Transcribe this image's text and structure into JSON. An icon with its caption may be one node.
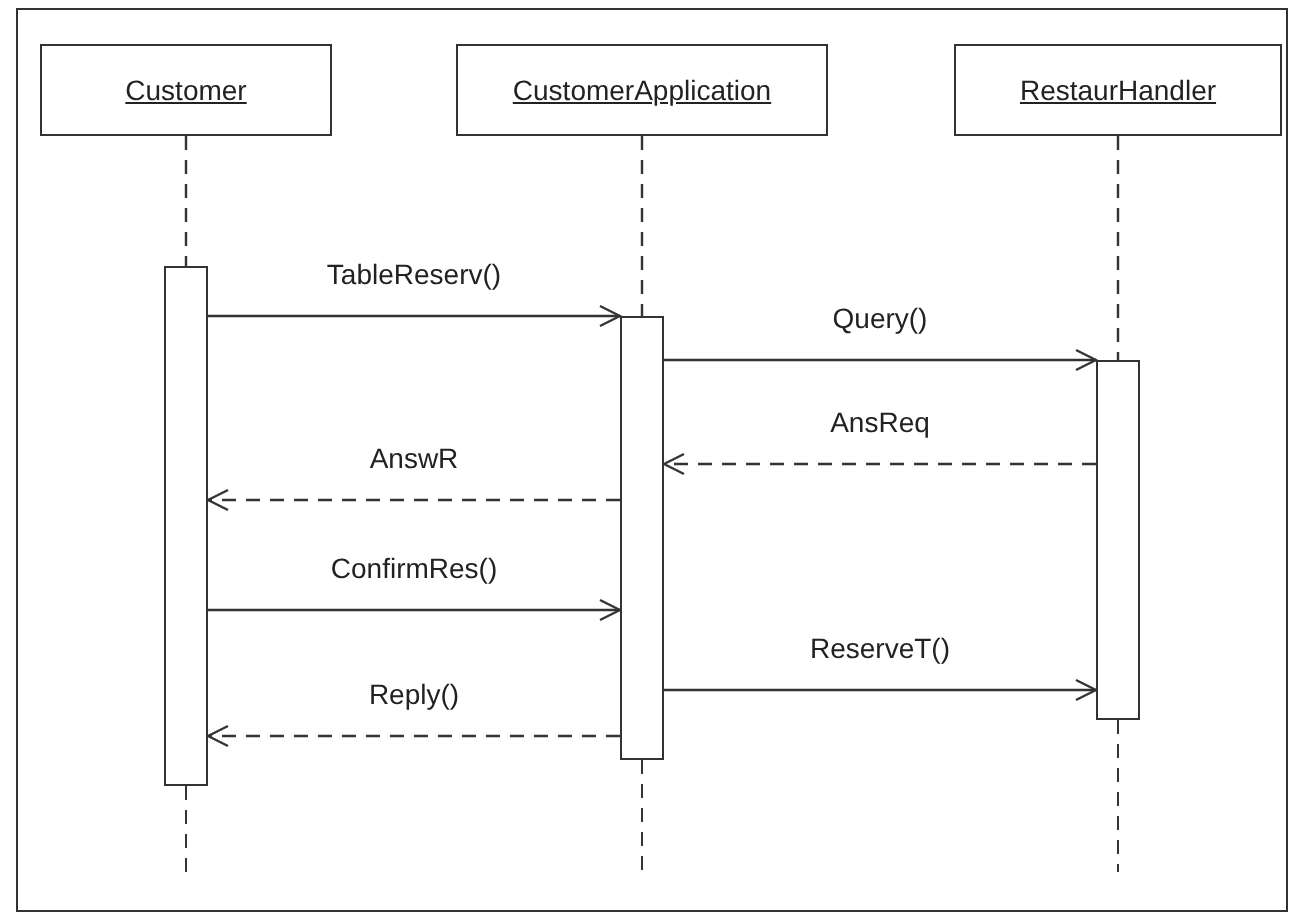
{
  "diagram": {
    "nodes": [
      {
        "text": [
          "Customer"
        ]
      },
      {
        "text": [
          "CustomerApplication"
        ]
      },
      {
        "text": [
          "RestaurHandler"
        ]
      },
      {
        "text": [],
        "shape": "bar"
      },
      {
        "text": [],
        "shape": "bar"
      },
      {
        "text": [],
        "shape": "bar"
      }
    ],
    "edges": [
      {
        "from": 0,
        "to": 3,
        "arrow": "none",
        "style": "dashed"
      },
      {
        "from": 1,
        "to": 4,
        "arrow": "none",
        "style": "dashed"
      },
      {
        "from": 2,
        "to": 5,
        "arrow": "none",
        "style": "dashed"
      },
      {
        "from": 3,
        "to": 4,
        "arrow": "to",
        "label": "TableReserv()"
      },
      {
        "from": 4,
        "to": 5,
        "arrow": "to",
        "label": "Query()"
      },
      {
        "from": 5,
        "to": 4,
        "arrow": "to",
        "label": "AnsReq",
        "style": "dashed"
      },
      {
        "from": 4,
        "to": 3,
        "arrow": "to",
        "label": "AnswR",
        "style": "dashed"
      },
      {
        "from": 3,
        "to": 4,
        "arrow": "to",
        "label": "ConfirmRes()"
      },
      {
        "from": 4,
        "to": 5,
        "arrow": "to",
        "label": "ReserveT()"
      },
      {
        "from": 4,
        "to": 3,
        "arrow": "to",
        "label": "Reply()",
        "style": "dashed"
      }
    ]
  }
}
